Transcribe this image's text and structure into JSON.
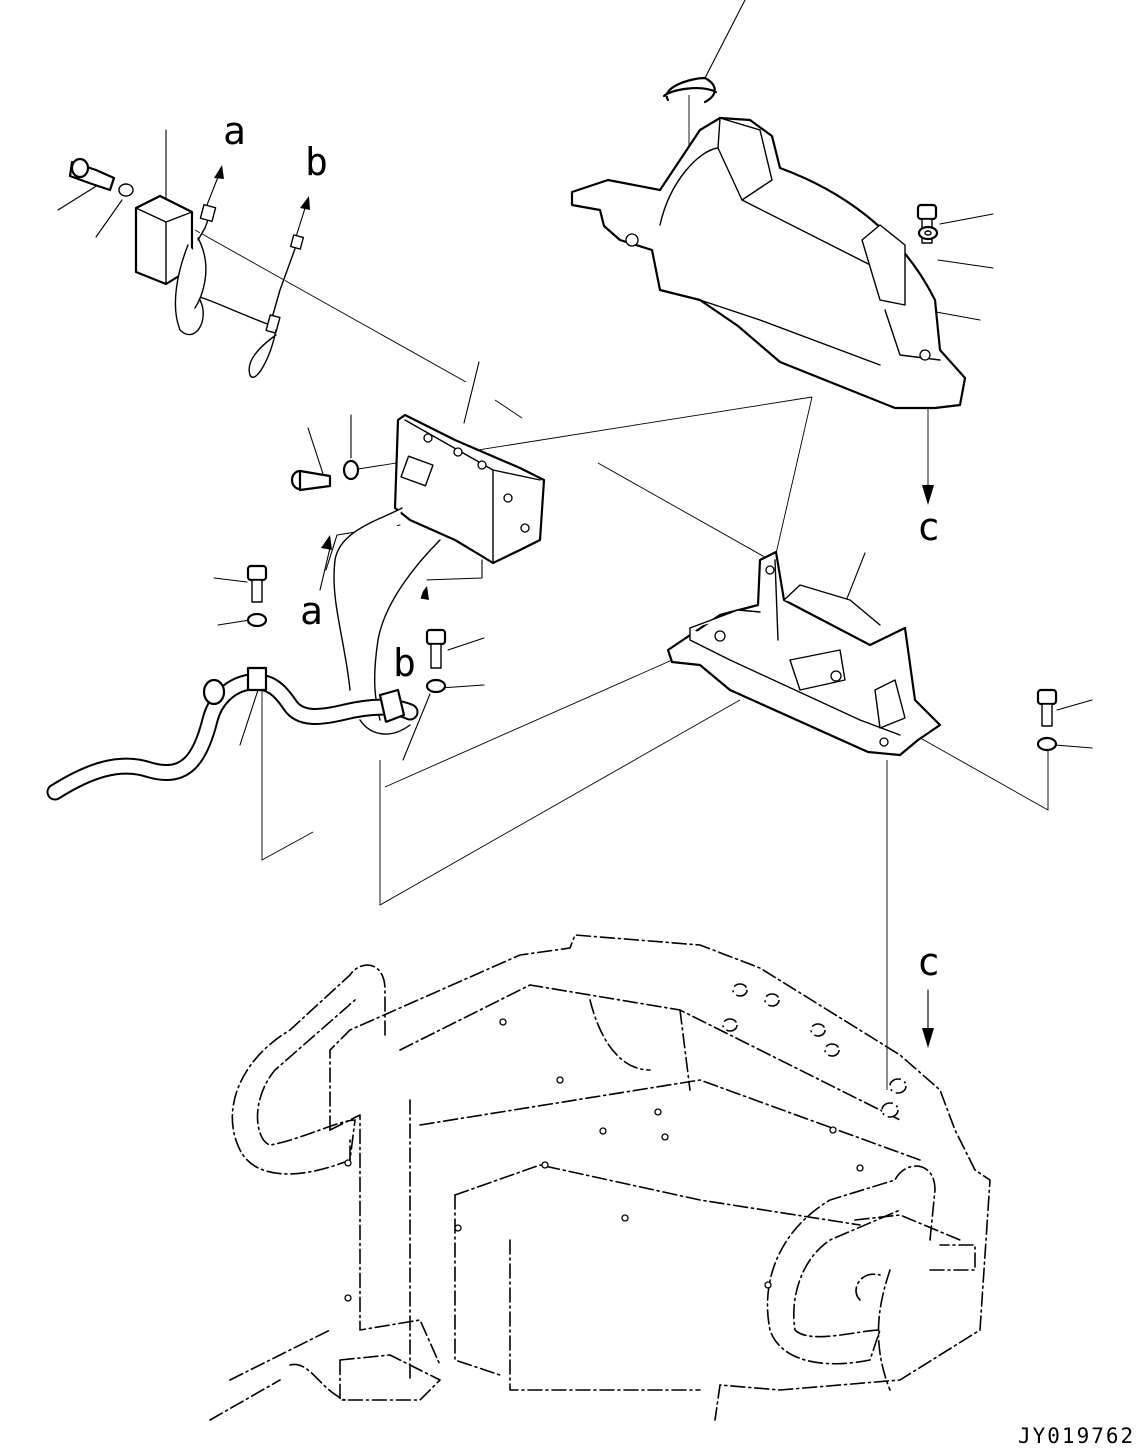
{
  "diagram": {
    "callout_letters": {
      "a_top": "a",
      "b_top": "b",
      "a_lower": "a",
      "b_lower": "b",
      "c_upper": "c",
      "c_lower": "c"
    },
    "drawing_code": "JY019762"
  },
  "parts": [
    "bolt-icon",
    "washer-icon",
    "relay-box-icon",
    "controller-icon",
    "mounting-bracket-icon",
    "cover-icon",
    "clip-icon",
    "harness-clamp-icon",
    "hose-icon",
    "machine-frame-icon"
  ]
}
